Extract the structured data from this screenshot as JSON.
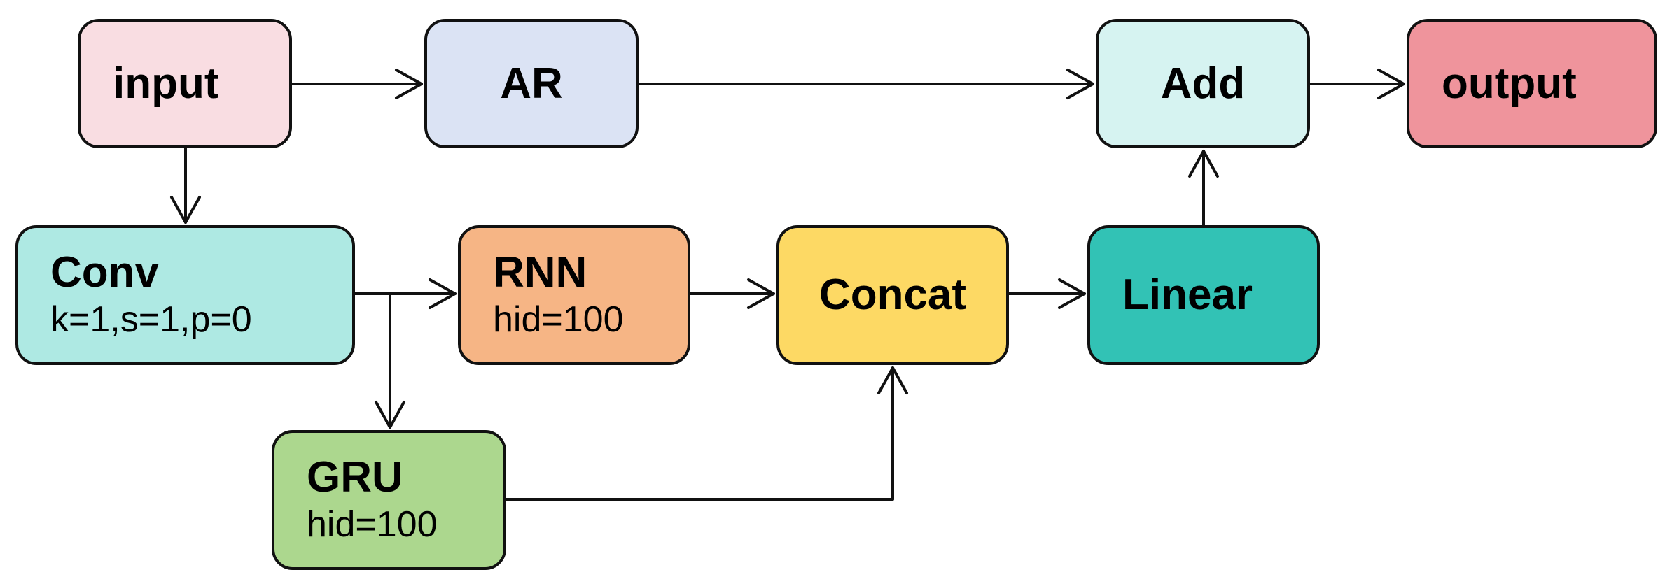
{
  "nodes": {
    "input": {
      "title": "input",
      "color": "#f9dde2"
    },
    "ar": {
      "title": "AR",
      "color": "#dbe3f4"
    },
    "add": {
      "title": "Add",
      "color": "#d6f3f1"
    },
    "output": {
      "title": "output",
      "color": "#ef949c"
    },
    "conv": {
      "title": "Conv",
      "subtitle": "k=1,s=1,p=0",
      "color": "#aee9e3"
    },
    "rnn": {
      "title": "RNN",
      "subtitle": "hid=100",
      "color": "#f6b585"
    },
    "concat": {
      "title": "Concat",
      "color": "#fdd964"
    },
    "linear": {
      "title": "Linear",
      "color": "#32c2b5"
    },
    "gru": {
      "title": "GRU",
      "subtitle": "hid=100",
      "color": "#acd78e"
    }
  },
  "edges": [
    {
      "from": "input",
      "to": "ar"
    },
    {
      "from": "ar",
      "to": "add"
    },
    {
      "from": "add",
      "to": "output"
    },
    {
      "from": "input",
      "to": "conv"
    },
    {
      "from": "conv",
      "to": "rnn"
    },
    {
      "from": "conv",
      "to": "gru"
    },
    {
      "from": "rnn",
      "to": "concat"
    },
    {
      "from": "gru",
      "to": "concat"
    },
    {
      "from": "concat",
      "to": "linear"
    },
    {
      "from": "linear",
      "to": "add"
    }
  ],
  "colors": {
    "stroke": "#111111",
    "background": "#ffffff"
  }
}
